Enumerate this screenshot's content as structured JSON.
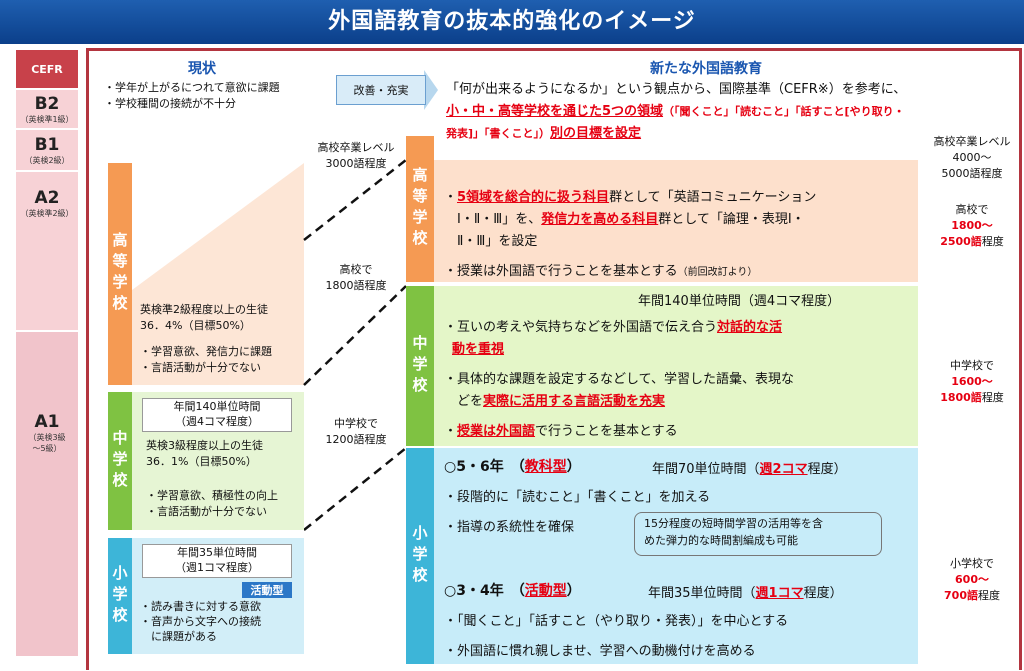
{
  "title": "外国語教育の抜本的強化のイメージ",
  "cefr": {
    "header": "CEFR",
    "levels": [
      {
        "name": "B2",
        "note": "（英検準1級）"
      },
      {
        "name": "B1",
        "note": "（英検2級）"
      },
      {
        "name": "A2",
        "note": "（英検準2級）"
      },
      {
        "name": "A1",
        "note": "（英検3級\n～5級）"
      }
    ]
  },
  "current": {
    "heading": "現状",
    "bullets": [
      "・学年が上がるにつれて意欲に課題",
      "・学校種間の接続が不十分"
    ],
    "high": {
      "tab": "高等学校",
      "level_label": "高校卒業レベル",
      "level_value": "3000語程度",
      "stat": "英検準2級程度以上の生徒\n36．4%（目標50%）",
      "issues": "・学習意欲、発信力に課題\n・言語活動が十分でない",
      "mid_vocab_label": "高校で",
      "mid_vocab_value": "1800語程度"
    },
    "junior": {
      "tab": "中学校",
      "hours": "年間140単位時間\n（週4コマ程度）",
      "stat": "英検3級程度以上の生徒\n36．1%（目標50%）",
      "issues": "・学習意欲、積極性の向上\n・言語活動が十分でない",
      "vocab_label": "中学校で",
      "vocab_value": "1200語程度"
    },
    "elementary": {
      "tab": "小学校",
      "hours": "年間35単位時間\n（週1コマ程度）",
      "badge": "活動型",
      "issues": "・読み書きに対する意欲\n・音声から文字への接続\n　に課題がある"
    }
  },
  "arrow_label": "改善・充実",
  "new": {
    "heading": "新たな外国語教育",
    "intro_1": "「何が出来るようになるか」という観点から、国際基準（CEFR※）を参考に、",
    "intro_2a": "小・中・高等学校を通じた5つの領域",
    "intro_2b": "（「聞くこと」「読むこと」「話すこと[やり取り・",
    "intro_3a": "発表]」「書くこと」）",
    "intro_3b": "別の目標を設定",
    "high": {
      "tab": "高等学校",
      "b1_pre": "・",
      "b1_red": "5領域を総合的に扱う科目",
      "b1_mid": "群として「英語コミュニケーション",
      "b1_l2_pre": "　Ⅰ・Ⅱ・Ⅲ」を、",
      "b1_l2_red": "発信力を高める科目",
      "b1_l2_post": "群として「論理・表現Ⅰ・",
      "b1_l3": "　Ⅱ・Ⅲ」を設定",
      "b2": "・授業は外国語で行うことを基本とする",
      "b2_small": "（前回改訂より）"
    },
    "junior": {
      "tab": "中学校",
      "hours": "年間140単位時間（週4コマ程度）",
      "b1_pre": "・互いの考えや気持ちなどを外国語で伝え合う",
      "b1_red_a": "対話的な活",
      "b1_red_b": "動を重視",
      "b2_pre": "・具体的な課題を設定するなどして、学習した語彙、表現な",
      "b2_l2_pre": "　どを",
      "b2_red": "実際に活用する言語活動を充実",
      "b3_pre": "・",
      "b3_red": "授業は外国語",
      "b3_post": "で行うことを基本とする"
    },
    "elementary": {
      "tab": "小学校",
      "g56_pre": "○5・6年　（",
      "g56_red": "教科型",
      "g56_post": "）",
      "g56_hours_pre": "年間70単位時間（",
      "g56_hours_red": "週2コマ",
      "g56_hours_post": "程度）",
      "g56_b1": "・段階的に「読むこと」「書くこと」を加える",
      "g56_b2": "・指導の系統性を確保",
      "note": "15分程度の短時間学習の活用等を含\nめた弾力的な時間割編成も可能",
      "g34_pre": "○3・4年　（",
      "g34_red": "活動型",
      "g34_post": "）",
      "g34_hours_pre": "年間35単位時間（",
      "g34_hours_red": "週1コマ",
      "g34_hours_post": "程度）",
      "g34_b1": "・「聞くこと」「話すこと（やり取り・発表）」を中心とする",
      "g34_b2": "・外国語に慣れ親しませ、学習への動機付けを高める"
    }
  },
  "right_col": {
    "hs_grad_label": "高校卒業レベル",
    "hs_grad_value": "4000～\n5000語程度",
    "hs_label": "高校で",
    "hs_value_red": "1800～\n2500語",
    "hs_value_post": "程度",
    "js_label": "中学校で",
    "js_value_red": "1600～\n1800語",
    "js_value_post": "程度",
    "es_label": "小学校で",
    "es_value_red": "600～\n700語",
    "es_value_post": "程度"
  },
  "colors": {
    "banner": "#0b3f8a",
    "cefr_red": "#c8414a",
    "high_orange": "#f59a53",
    "junior_green": "#7fc242",
    "elem_blue": "#3db5d8",
    "emphasis_red": "#e60012"
  }
}
